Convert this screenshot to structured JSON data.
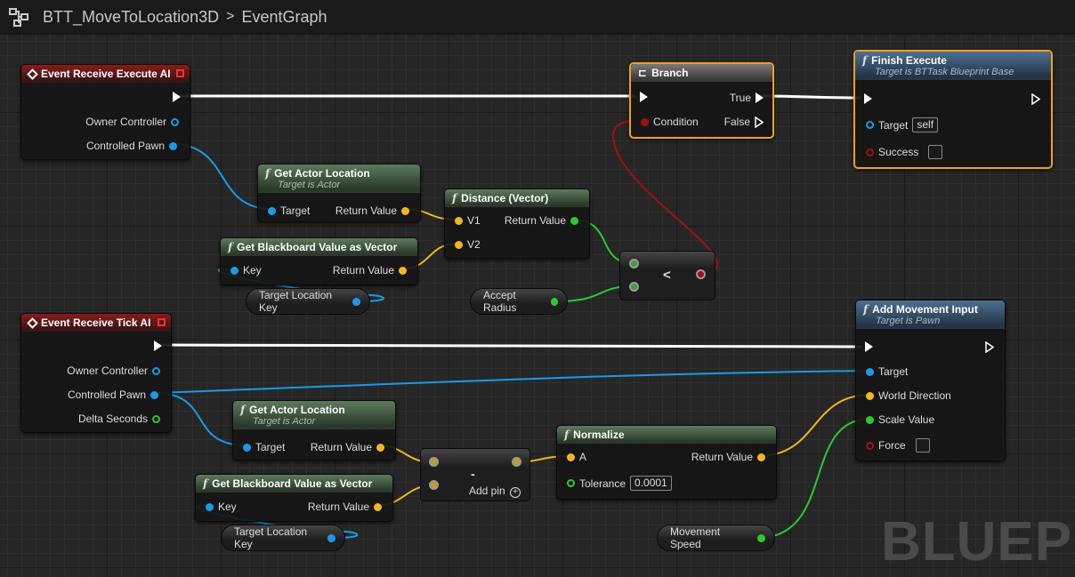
{
  "breadcrumb": {
    "asset": "BTT_MoveToLocation3D",
    "separator": ">",
    "graph": "EventGraph"
  },
  "watermark": "BLUEPRI",
  "colors": {
    "exec": "#ffffff",
    "object": "#1a9ae6",
    "vector": "#f2b620",
    "float": "#2ec82e",
    "bool": "#a01010",
    "selection": "#f0a020"
  },
  "nodes": {
    "execute_ai": {
      "title": "Event Receive Execute AI",
      "owner": "Owner Controller",
      "pawn": "Controlled Pawn"
    },
    "tick_ai": {
      "title": "Event Receive Tick AI",
      "owner": "Owner Controller",
      "pawn": "Controlled Pawn",
      "delta": "Delta Seconds"
    },
    "get_loc_1": {
      "title": "Get Actor Location",
      "subtitle": "Target is Actor",
      "target": "Target",
      "ret": "Return Value"
    },
    "get_loc_2": {
      "title": "Get Actor Location",
      "subtitle": "Target is Actor",
      "target": "Target",
      "ret": "Return Value"
    },
    "bb_vec_1": {
      "title": "Get Blackboard Value as Vector",
      "key": "Key",
      "ret": "Return Value"
    },
    "bb_vec_2": {
      "title": "Get Blackboard Value as Vector",
      "key": "Key",
      "ret": "Return Value"
    },
    "tlk_1": {
      "label": "Target Location Key"
    },
    "tlk_2": {
      "label": "Target Location Key"
    },
    "distance": {
      "title": "Distance (Vector)",
      "v1": "V1",
      "v2": "V2",
      "ret": "Return Value"
    },
    "accept": {
      "label": "Accept Radius"
    },
    "less": {
      "label": "<"
    },
    "branch": {
      "title": "Branch",
      "cond": "Condition",
      "true": "True",
      "false": "False"
    },
    "finish": {
      "title": "Finish Execute",
      "subtitle": "Target is BTTask Blueprint Base",
      "target": "Target",
      "target_val": "self",
      "success": "Success"
    },
    "subtract": {
      "label": "-",
      "add_pin": "Add pin"
    },
    "normalize": {
      "title": "Normalize",
      "a": "A",
      "ret": "Return Value",
      "tol": "Tolerance",
      "tol_val": "0.0001"
    },
    "add_move": {
      "title": "Add Movement Input",
      "subtitle": "Target is Pawn",
      "target": "Target",
      "dir": "World Direction",
      "scale": "Scale Value",
      "force": "Force"
    },
    "speed": {
      "label": "Movement Speed"
    }
  }
}
